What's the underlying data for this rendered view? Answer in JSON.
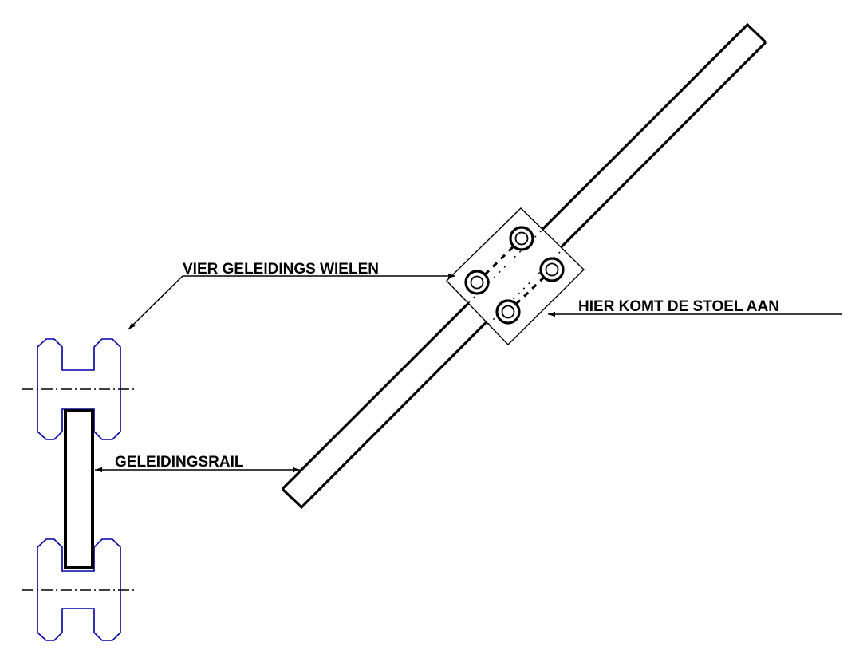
{
  "drawing": {
    "title": "Geleidingsrail met stoelbevestiging",
    "colors": {
      "line": "#000000",
      "wheel_profile": "#0000a8",
      "background": "#ffffff"
    },
    "labels": {
      "wheels": "VIER GELEIDINGS WIELEN",
      "chair": "HIER KOMT DE STOEL AAN",
      "rail": "GELEIDINGSRAIL"
    },
    "components": [
      {
        "id": "rail",
        "name": "Geleidingsrail (diagonaal)"
      },
      {
        "id": "mount-plate",
        "name": "Montageplaat"
      },
      {
        "id": "wheels",
        "name": "Geleidingswielen",
        "count": 4
      },
      {
        "id": "rail-section",
        "name": "Doorsnede geleidingsrail"
      },
      {
        "id": "wheel-profiles",
        "name": "Wielprofielen",
        "count": 2
      }
    ]
  }
}
